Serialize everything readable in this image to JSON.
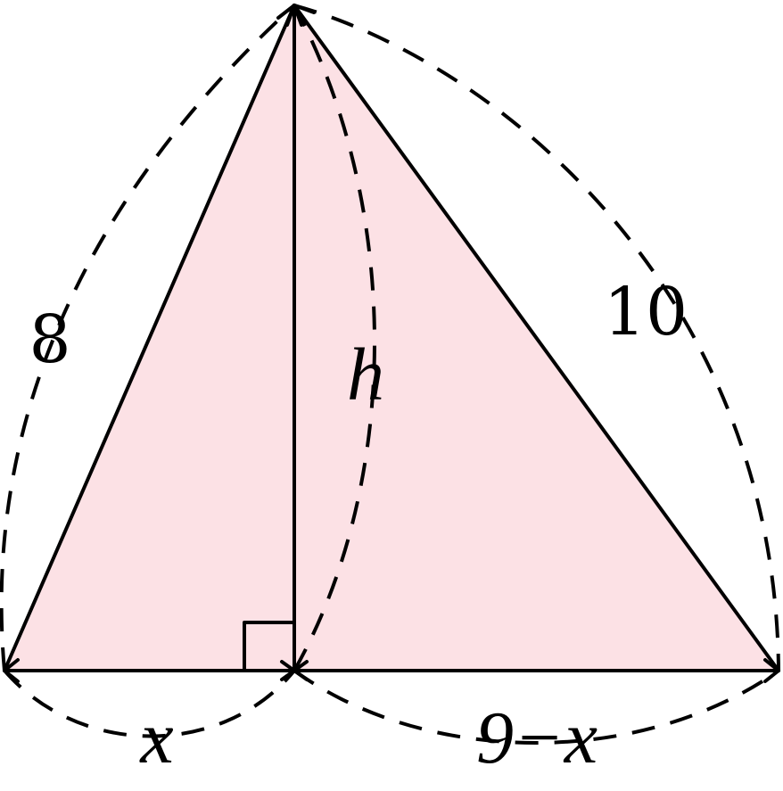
{
  "diagram": {
    "labels": {
      "left_side": "8",
      "right_side": "10",
      "height": "h",
      "left_segment": "x",
      "right_segment": "9−x"
    },
    "colors": {
      "fill": "#fce1e5",
      "stroke": "#000000"
    },
    "right_angle_marker": true
  }
}
